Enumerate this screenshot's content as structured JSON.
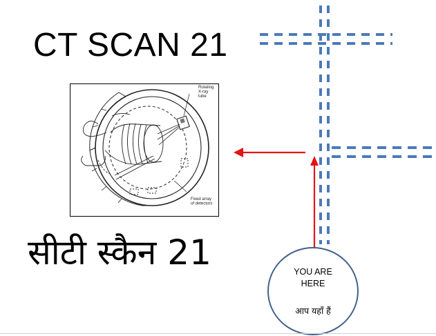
{
  "slide": {
    "title_en": "CT SCAN 21",
    "title_hi": "सीटी स्कैन  21"
  },
  "diagram": {
    "label_rotating": "Rotating\nX-ray\ntube",
    "label_detectors": "Fixed array\nof detectors"
  },
  "you_are_here": {
    "text_en": "YOU ARE\nHERE",
    "text_hi": "आप यहाँ हैं"
  },
  "colors": {
    "dash_blue": "#4a7ab8",
    "arrow_red": "#e31414",
    "bubble_border": "#41608c"
  }
}
